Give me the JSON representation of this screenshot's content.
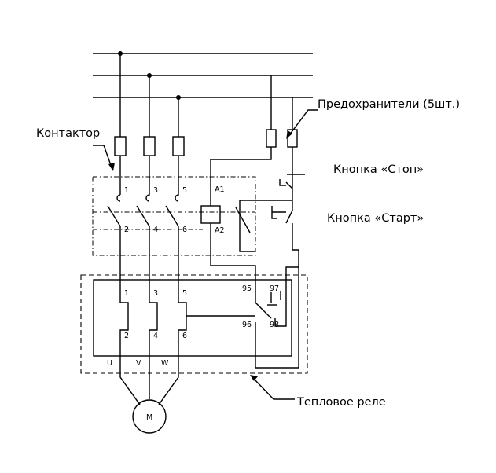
{
  "labels": {
    "fuses": "Предохранители (5шт.)",
    "contactor": "Контактор",
    "stop_button": "Кнопка «Стоп»",
    "start_button": "Кнопка «Старт»",
    "thermal_relay": "Тепловое реле"
  },
  "contactor_pins": {
    "top": [
      "1",
      "3",
      "5"
    ],
    "bottom": [
      "2",
      "4",
      "6"
    ],
    "coil_a1": "A1",
    "coil_a2": "A2"
  },
  "relay_pins": {
    "top": [
      "1",
      "3",
      "5"
    ],
    "bottom": [
      "2",
      "4",
      "6"
    ],
    "terminals": [
      "U",
      "V",
      "W"
    ],
    "nc_in": "95",
    "no_in": "97",
    "nc_out": "96",
    "no_out": "98"
  },
  "motor": "M"
}
